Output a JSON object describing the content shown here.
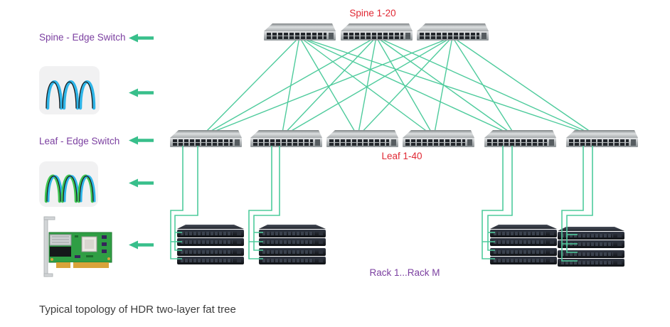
{
  "caption": "Typical topology of HDR two-layer fat tree",
  "colors": {
    "link_green": "#4ecb9c",
    "arrow_green": "#38bf8b",
    "label_purple": "#7b3fa0",
    "label_red": "#e02833",
    "caption_gray": "#3c3c3c"
  },
  "icons": {
    "arrow": "left-arrow-icon",
    "cable_blue": "blue-aoc-cable-icon",
    "cable_green": "green-aoc-cable-icon",
    "nic": "network-adapter-card-icon"
  },
  "legend": {
    "spine_switch_label": "Spine - Edge Switch",
    "leaf_switch_label": "Leaf - Edge Switch"
  },
  "topology": {
    "spine": {
      "label": "Spine 1-20",
      "count": 3
    },
    "leaf": {
      "label": "Leaf 1-40",
      "count": 6
    },
    "racks": {
      "label": "Rack 1...Rack M",
      "count": 4,
      "servers_per_rack": 4,
      "connected_leaf_numbers": [
        1,
        2,
        5,
        6
      ]
    }
  }
}
